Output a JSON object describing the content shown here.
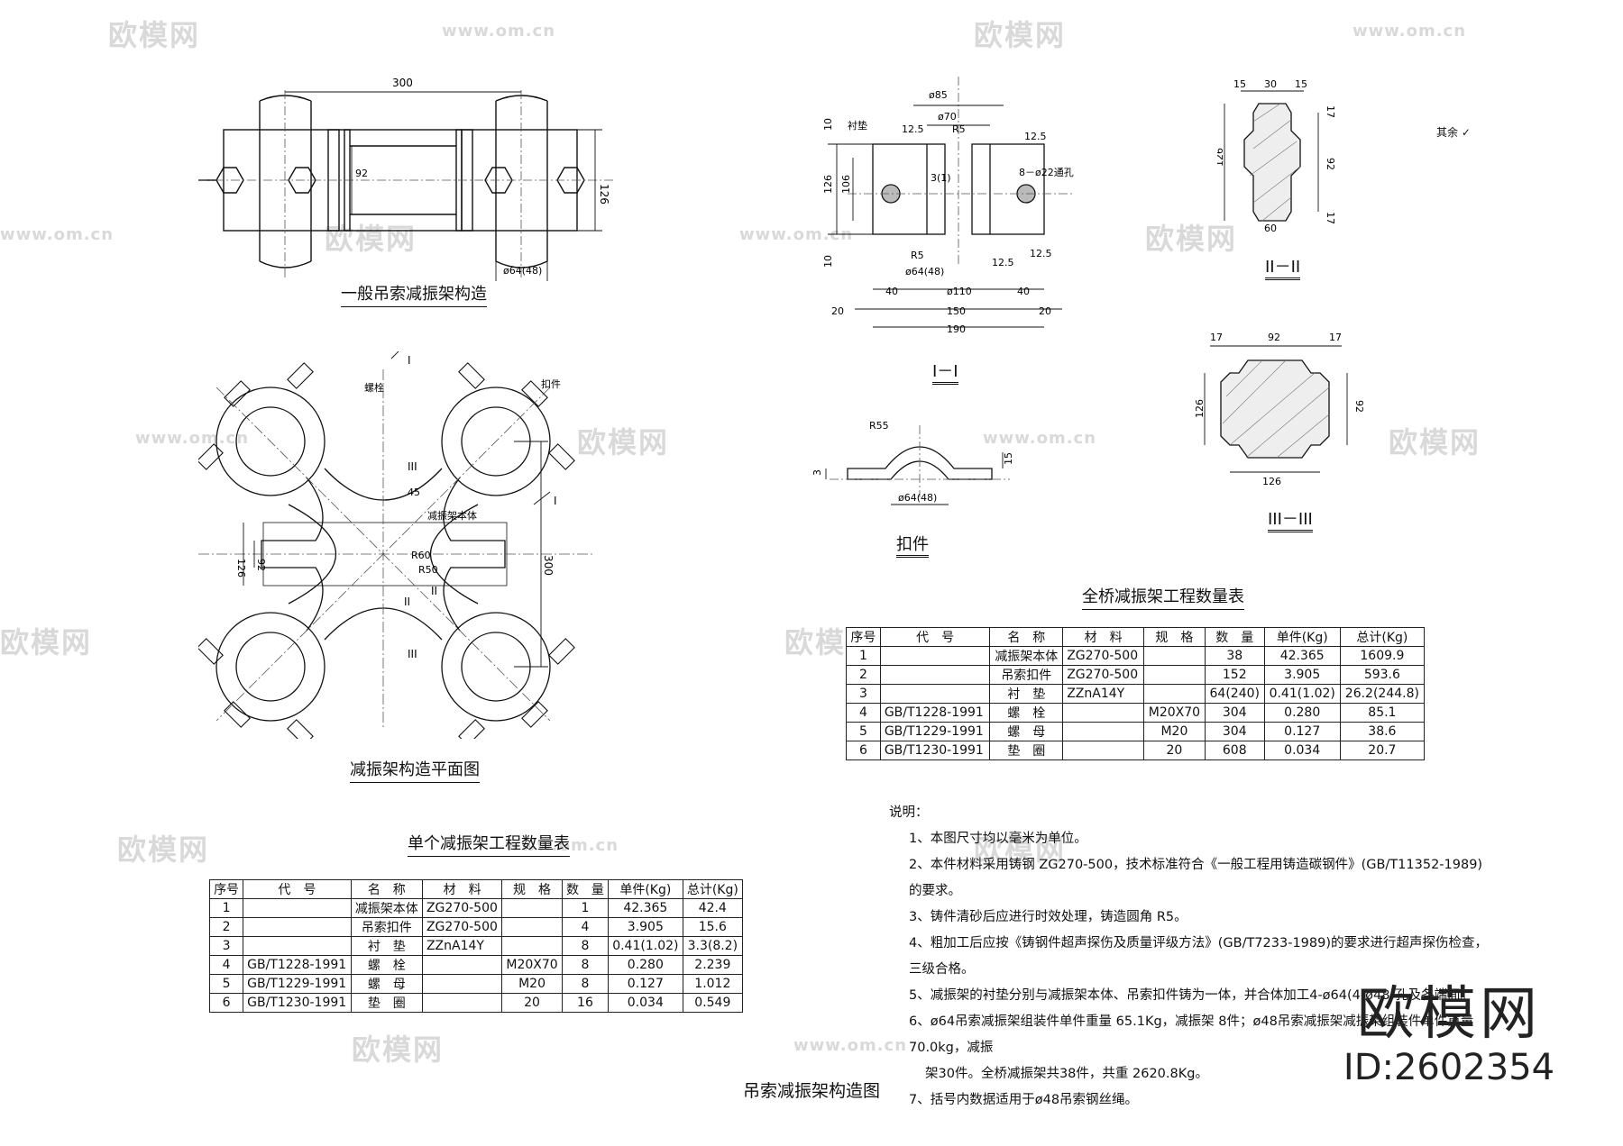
{
  "sheet": {
    "title": "吊索减振架构造图"
  },
  "watermark": {
    "brand": "欧模网",
    "url": "www.om.cn"
  },
  "brand_mark": {
    "name": "欧模网",
    "id": "ID:2602354"
  },
  "views": {
    "general": {
      "caption": "一般吊索减振架构造",
      "dim_width": "300",
      "dim_height": "126",
      "dim_inner": "92",
      "dim_hole": "ø64(48)"
    },
    "plan": {
      "caption": "减振架构造平面图",
      "bolt": "螺栓",
      "clamp": "扣件",
      "body": "减振架本体",
      "r60": "R60",
      "r50": "R50",
      "dim_300": "300",
      "dim_126": "126",
      "dim_92": "92",
      "dim_45": "45",
      "sec1": "I",
      "sec2": "II",
      "sec3": "III"
    },
    "section1": {
      "caption": "I－I",
      "liner": "衬垫",
      "d85": "ø85",
      "d70": "ø70",
      "r5": "R5",
      "d110": "ø110",
      "d64": "ø64(48)",
      "hole": "8－ø22通孔",
      "rough": "12.5",
      "dim_40": "40",
      "dim_150": "150",
      "dim_190": "190",
      "dim_20": "20",
      "dim_10": "10",
      "dim_106": "106",
      "dim_126": "126",
      "dim_3": "3(1)"
    },
    "section2": {
      "caption": "II－II",
      "dim_15": "15",
      "dim_30": "30",
      "dim_126": "126",
      "dim_92": "92",
      "dim_17": "17",
      "dim_60": "60",
      "rest": "其余"
    },
    "section3": {
      "caption": "III－III",
      "dim_17": "17",
      "dim_92": "92",
      "dim_126": "126"
    },
    "clamp": {
      "caption": "扣件",
      "r55": "R55",
      "dim_15": "15",
      "dim_3": "3",
      "dim_64": "ø64(48)"
    }
  },
  "bridge_table": {
    "caption": "全桥减振架工程数量表",
    "headers": [
      "序号",
      "代　号",
      "名　称",
      "材　料",
      "规　格",
      "数　量",
      "单件(Kg)",
      "总计(Kg)"
    ],
    "rows": [
      [
        "1",
        "",
        "减振架本体",
        "ZG270-500",
        "",
        "38",
        "42.365",
        "1609.9"
      ],
      [
        "2",
        "",
        "吊索扣件",
        "ZG270-500",
        "",
        "152",
        "3.905",
        "593.6"
      ],
      [
        "3",
        "",
        "衬　垫",
        "ZZnA14Y",
        "",
        "64(240)",
        "0.41(1.02)",
        "26.2(244.8)"
      ],
      [
        "4",
        "GB/T1228-1991",
        "螺　栓",
        "",
        "M20X70",
        "304",
        "0.280",
        "85.1"
      ],
      [
        "5",
        "GB/T1229-1991",
        "螺　母",
        "",
        "M20",
        "304",
        "0.127",
        "38.6"
      ],
      [
        "6",
        "GB/T1230-1991",
        "垫　圈",
        "",
        "20",
        "608",
        "0.034",
        "20.7"
      ]
    ]
  },
  "single_table": {
    "caption": "单个减振架工程数量表",
    "headers": [
      "序号",
      "代　号",
      "名　称",
      "材　料",
      "规　格",
      "数　量",
      "单件(Kg)",
      "总计(Kg)"
    ],
    "rows": [
      [
        "1",
        "",
        "减振架本体",
        "ZG270-500",
        "",
        "1",
        "42.365",
        "42.4"
      ],
      [
        "2",
        "",
        "吊索扣件",
        "ZG270-500",
        "",
        "4",
        "3.905",
        "15.6"
      ],
      [
        "3",
        "",
        "衬　垫",
        "ZZnA14Y",
        "",
        "8",
        "0.41(1.02)",
        "3.3(8.2)"
      ],
      [
        "4",
        "GB/T1228-1991",
        "螺　栓",
        "",
        "M20X70",
        "8",
        "0.280",
        "2.239"
      ],
      [
        "5",
        "GB/T1229-1991",
        "螺　母",
        "",
        "M20",
        "8",
        "0.127",
        "1.012"
      ],
      [
        "6",
        "GB/T1230-1991",
        "垫　圈",
        "",
        "20",
        "16",
        "0.034",
        "0.549"
      ]
    ]
  },
  "notes": {
    "heading": "说明：",
    "items": [
      "1、本图尺寸均以毫米为单位。",
      "2、本件材料采用铸钢 ZG270-500，技术标准符合《一般工程用铸造碳钢件》(GB/T11352-1989)的要求。",
      "3、铸件清砂后应进行时效处理，铸造圆角 R5。",
      "4、粗加工后应按《铸钢件超声探伤及质量评级方法》(GB/T7233-1989)的要求进行超声探伤检查，三级合格。",
      "5、减振架的衬垫分别与减振架本体、吊索扣件铸为一体，并合体加工4-ø64(4-ø48)孔及各端面。",
      "6、ø64吊索减振架组装件单件重量 65.1Kg，减振架 8件；ø48吊索减振架减振架组装件单件重量 70.0kg，减振",
      "架30件。全桥减振架共38件，共重 2620.8Kg。",
      "7、括号内数据适用于ø48吊索钢丝绳。"
    ]
  }
}
